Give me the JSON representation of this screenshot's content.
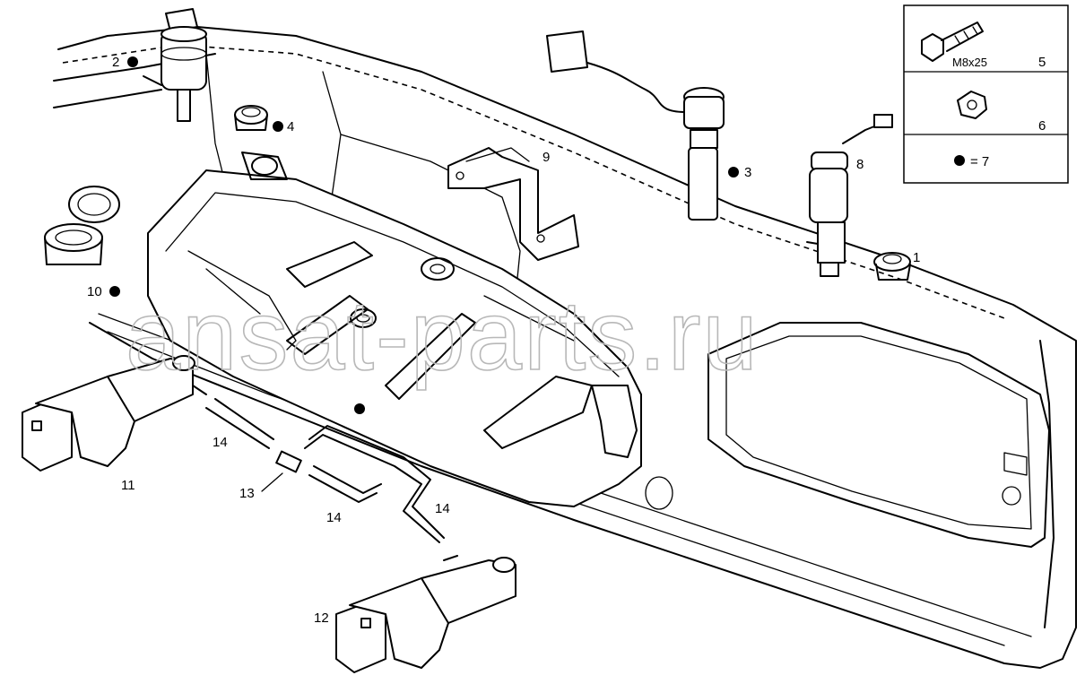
{
  "watermark": "ansat-parts.ru",
  "legend": {
    "bolt_size": "M8x25",
    "bolt_no": "5",
    "nut_no": "6",
    "dot_eq": "= 7"
  },
  "callouts": {
    "c1": "1",
    "c2": "2",
    "c3": "3",
    "c4": "4",
    "c8": "8",
    "c9": "9",
    "c10": "10",
    "c11": "11",
    "c12": "12",
    "c13": "13",
    "c14a": "14",
    "c14b": "14",
    "c14c": "14"
  }
}
